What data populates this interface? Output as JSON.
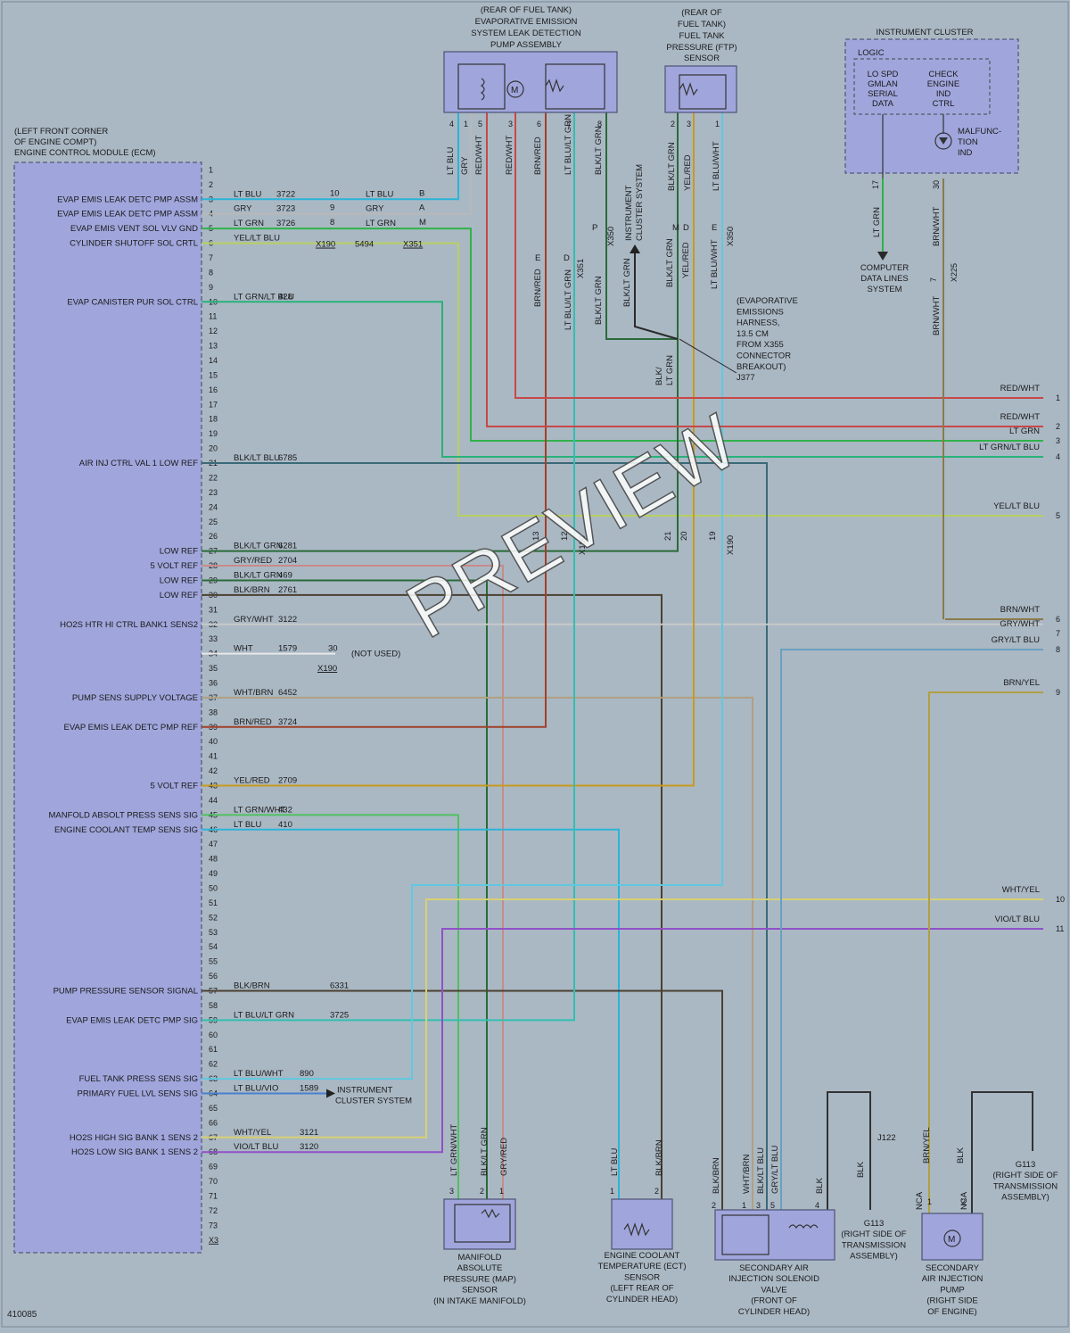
{
  "diagram_id": "410085",
  "watermark": "PREVIEW",
  "ecm": {
    "title": [
      "(LEFT FRONT CORNER",
      "OF ENGINE COMPT)",
      "ENGINE CONTROL MODULE (ECM)"
    ],
    "pin_count": 73,
    "pin_last": "X3",
    "functions": [
      {
        "pin": 3,
        "label": "EVAP EMIS LEAK DETC PMP ASSM"
      },
      {
        "pin": 4,
        "label": "EVAP EMIS LEAK DETC PMP ASSM"
      },
      {
        "pin": 5,
        "label": "EVAP EMIS VENT SOL VLV GND"
      },
      {
        "pin": 6,
        "label": "CYLINDER SHUTOFF SOL CRTL"
      },
      {
        "pin": 10,
        "label": "EVAP CANISTER PUR SOL CTRL"
      },
      {
        "pin": 21,
        "label": "AIR INJ CTRL VAL 1 LOW REF"
      },
      {
        "pin": 27,
        "label": "LOW REF"
      },
      {
        "pin": 28,
        "label": "5 VOLT REF"
      },
      {
        "pin": 29,
        "label": "LOW REF"
      },
      {
        "pin": 30,
        "label": "LOW REF"
      },
      {
        "pin": 32,
        "label": "HO2S HTR HI CTRL BANK1 SENS2"
      },
      {
        "pin": 37,
        "label": "PUMP SENS SUPPLY VOLTAGE"
      },
      {
        "pin": 39,
        "label": "EVAP EMIS LEAK DETC PMP REF"
      },
      {
        "pin": 43,
        "label": "5 VOLT REF"
      },
      {
        "pin": 45,
        "label": "MANFOLD ABSOLT PRESS SENS SIG"
      },
      {
        "pin": 46,
        "label": "ENGINE COOLANT TEMP SENS SIG"
      },
      {
        "pin": 57,
        "label": "PUMP PRESSURE SENSOR SIGNAL"
      },
      {
        "pin": 59,
        "label": "EVAP EMIS LEAK DETC PMP SIG"
      },
      {
        "pin": 63,
        "label": "FUEL TANK PRESS SENS SIG"
      },
      {
        "pin": 64,
        "label": "PRIMARY FUEL LVL SENS SIG"
      },
      {
        "pin": 67,
        "label": "HO2S HIGH SIG BANK 1 SENS 2"
      },
      {
        "pin": 68,
        "label": "HO2S LOW SIG BANK 1 SENS 2"
      }
    ]
  },
  "ecm_wires": [
    {
      "pin": 3,
      "color": "LT BLU",
      "circuit": "3722",
      "hex": "#2ab4d8"
    },
    {
      "pin": 4,
      "color": "GRY",
      "circuit": "3723",
      "hex": "#b8b8b8"
    },
    {
      "pin": 5,
      "color": "LT GRN",
      "circuit": "3726",
      "hex": "#2fb24a"
    },
    {
      "pin": 6,
      "color": "YEL/LT BLU",
      "circuit": "",
      "hex": "#b8d060"
    },
    {
      "pin": 10,
      "color": "LT GRN/LT BLU",
      "circuit": "428",
      "hex": "#28b27a"
    },
    {
      "pin": 21,
      "color": "BLK/LT BLU",
      "circuit": "6785",
      "hex": "#3a6a78"
    },
    {
      "pin": 27,
      "color": "BLK/LT GRN",
      "circuit": "6281",
      "hex": "#2a6a38"
    },
    {
      "pin": 28,
      "color": "GRY/RED",
      "circuit": "2704",
      "hex": "#c88a8a"
    },
    {
      "pin": 29,
      "color": "BLK/LT GRN",
      "circuit": "469",
      "hex": "#2a6a38"
    },
    {
      "pin": 30,
      "color": "BLK/BRN",
      "circuit": "2761",
      "hex": "#4a4030"
    },
    {
      "pin": 32,
      "color": "GRY/WHT",
      "circuit": "3122",
      "hex": "#c8c8c8"
    },
    {
      "pin": 34,
      "color": "WHT",
      "circuit": "1579",
      "hex": "#e8e8e8"
    },
    {
      "pin": 37,
      "color": "WHT/BRN",
      "circuit": "6452",
      "hex": "#b0a080"
    },
    {
      "pin": 39,
      "color": "BRN/RED",
      "circuit": "3724",
      "hex": "#a0402a"
    },
    {
      "pin": 43,
      "color": "YEL/RED",
      "circuit": "2709",
      "hex": "#c89a20"
    },
    {
      "pin": 45,
      "color": "LT GRN/WHT",
      "circuit": "432",
      "hex": "#50c060"
    },
    {
      "pin": 46,
      "color": "LT BLU",
      "circuit": "410",
      "hex": "#2ab4d8"
    },
    {
      "pin": 57,
      "color": "BLK/BRN",
      "circuit": "6331",
      "hex": "#4a4030"
    },
    {
      "pin": 59,
      "color": "LT BLU/LT GRN",
      "circuit": "3725",
      "hex": "#30c0b0"
    },
    {
      "pin": 63,
      "color": "LT BLU/WHT",
      "circuit": "890",
      "hex": "#60c8e0"
    },
    {
      "pin": 64,
      "color": "LT BLU/VIO",
      "circuit": "1589",
      "hex": "#4a80d0"
    },
    {
      "pin": 67,
      "color": "WHT/YEL",
      "circuit": "3121",
      "hex": "#d8d070"
    },
    {
      "pin": 68,
      "color": "VIO/LT BLU",
      "circuit": "3120",
      "hex": "#9050c8"
    }
  ],
  "connector_labels": {
    "x190": "X190",
    "x351": "X351",
    "x350": "X350",
    "x225": "X225",
    "row3": {
      "num": "10",
      "color": "LT BLU",
      "pin": "B"
    },
    "row4": {
      "num": "9",
      "color": "GRY",
      "pin": "A"
    },
    "row5": {
      "num": "8",
      "color": "LT GRN",
      "pin": "M"
    },
    "row6": {
      "circuit": "5494"
    },
    "not_used": "(NOT USED)",
    "pin34_conn": "30",
    "instrument_cluster_system": [
      "INSTRUMENT",
      "CLUSTER SYSTEM"
    ]
  },
  "leak_pump": {
    "title": [
      "(REAR OF FUEL TANK)",
      "EVAPORATIVE EMISSION",
      "SYSTEM LEAK DETECTION",
      "PUMP ASSEMBLY"
    ],
    "pins": [
      "4",
      "1",
      "5",
      "3",
      "6",
      "7",
      "8"
    ],
    "wire_labels": [
      "LT BLU",
      "GRY",
      "RED/WHT",
      "RED/WHT",
      "BRN/RED",
      "LT BLU/LT GRN",
      "BLK/LT GRN"
    ]
  },
  "ftp_sensor": {
    "title": [
      "(REAR OF",
      "FUEL TANK)",
      "FUEL TANK",
      "PRESSURE (FTP)",
      "SENSOR"
    ],
    "pins": [
      "2",
      "3",
      "1"
    ],
    "wire_labels": [
      "BLK/LT GRN",
      "YEL/RED",
      "LT BLU/WHT"
    ]
  },
  "instrument_cluster": {
    "title": "INSTRUMENT CLUSTER",
    "logic": "LOGIC",
    "lo_spd": [
      "LO SPD",
      "GMLAN",
      "SERIAL",
      "DATA"
    ],
    "check_engine": [
      "CHECK",
      "ENGINE",
      "IND",
      "CTRL"
    ],
    "malfunction": [
      "MALFUNC-",
      "TION",
      "IND"
    ],
    "pin17": "17",
    "pin30": "30",
    "wire17": "LT GRN",
    "wire30": "BRN/WHT",
    "computer_data": [
      "COMPUTER",
      "DATA LINES",
      "SYSTEM"
    ],
    "conn7": "7"
  },
  "mid_labels": {
    "conn_E": "E",
    "conn_D": "D",
    "conn_P": "P",
    "conn_M": "M",
    "brn_red": "BRN/RED",
    "lt_blu_lt_grn": "LT BLU/LT GRN",
    "blk_lt_grn": "BLK/LT GRN",
    "blk_lt_grn2": "BLK/LT GRN",
    "yel_red": "YEL/RED",
    "lt_blu_wht": "LT BLU/WHT",
    "inst_cluster": [
      "INSTRUMENT",
      "CLUSTER SYSTEM"
    ],
    "blk_lt_grn_splice": [
      "BLK/",
      "LT GRN"
    ],
    "j377": [
      "(EVAPORATIVE",
      "EMISSIONS",
      "HARNESS,",
      "13.5 CM",
      "FROM X355",
      "CONNECTOR",
      "BREAKOUT)",
      "J377"
    ],
    "x190_pins": [
      "13",
      "12",
      "21",
      "20",
      "19"
    ]
  },
  "right_outputs": [
    {
      "num": "1",
      "label": "RED/WHT"
    },
    {
      "num": "2",
      "label": "RED/WHT"
    },
    {
      "num": "2",
      "label": "LT GRN"
    },
    {
      "num": "3",
      "label": "LT GRN/LT BLU"
    },
    {
      "num": "4",
      "label": "YEL/LT BLU"
    },
    {
      "num": "5",
      "label": "BRN/WHT"
    },
    {
      "num": "6",
      "label": "GRY/WHT"
    },
    {
      "num": "7",
      "label": "GRY/LT BLU"
    },
    {
      "num": "8",
      "label": "BRN/YEL"
    },
    {
      "num": "9",
      "label": "WHT/YEL"
    },
    {
      "num": "10",
      "label": "VIO/LT BLU"
    },
    {
      "num": "11",
      "label": ""
    }
  ],
  "map_sensor": {
    "title": [
      "MANIFOLD",
      "ABSOLUTE",
      "PRESSURE (MAP)",
      "SENSOR",
      "(IN INTAKE MANIFOLD)"
    ],
    "pins": [
      "3",
      "2",
      "1"
    ],
    "wire_labels": [
      "LT GRN/WHT",
      "BLK/LT GRN",
      "GRY/RED"
    ]
  },
  "ect_sensor": {
    "title": [
      "ENGINE COOLANT",
      "TEMPERATURE (ECT)",
      "SENSOR",
      "(LEFT REAR OF",
      "CYLINDER HEAD)"
    ],
    "pins": [
      "1",
      "2"
    ],
    "wire_labels": [
      "LT BLU",
      "BLK/BRN"
    ]
  },
  "air_valve": {
    "title": [
      "SECONDARY AIR",
      "INJECTION SOLENOID",
      "VALVE",
      "(FRONT OF",
      "CYLINDER HEAD)"
    ],
    "pins": [
      "2",
      "1",
      "3",
      "5",
      "4"
    ],
    "wire_labels": [
      "BLK/BRN",
      "WHT/BRN",
      "BLK/LT BLU",
      "GRY/LT BLU",
      "BLK"
    ]
  },
  "air_pump": {
    "title": [
      "SECONDARY",
      "AIR INJECTION",
      "PUMP",
      "(RIGHT SIDE",
      "OF ENGINE)"
    ],
    "pins": [
      "1",
      "2"
    ],
    "wire_labels": [
      "BRN/YEL",
      "BLK"
    ],
    "nca": "NCA"
  },
  "grounds": {
    "j122": "J122",
    "blk": "BLK",
    "g113a": [
      "G113",
      "(RIGHT SIDE OF",
      "TRANSMISSION",
      "ASSEMBLY)"
    ],
    "g113b": [
      "G113",
      "(RIGHT SIDE OF",
      "TRANSMISSION",
      "ASSEMBLY)"
    ]
  }
}
